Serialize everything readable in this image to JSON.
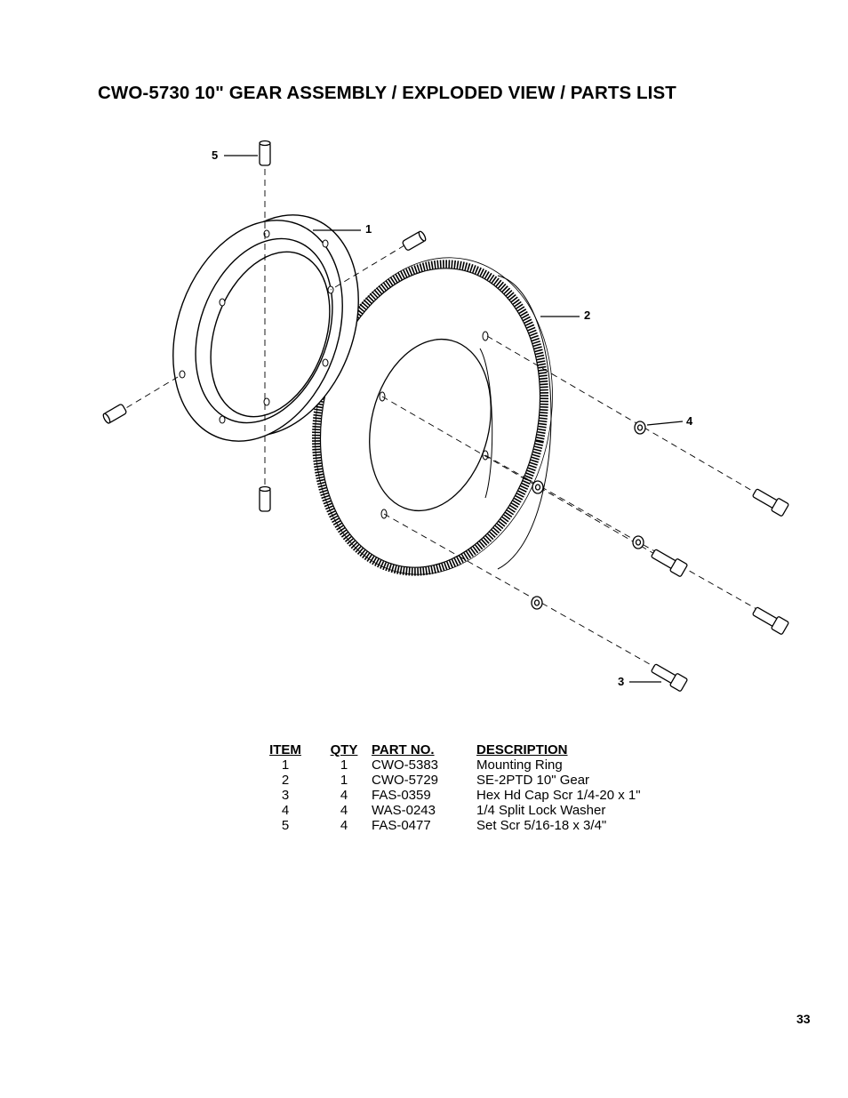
{
  "title": "CWO-5730 10\" GEAR ASSEMBLY / EXPLODED VIEW / PARTS LIST",
  "callouts": {
    "c1": "1",
    "c2": "2",
    "c3": "3",
    "c4": "4",
    "c5": "5"
  },
  "parts_table": {
    "headers": {
      "item": "ITEM",
      "qty": "QTY",
      "part_no": "PART NO.",
      "description": "DESCRIPTION"
    },
    "rows": [
      {
        "item": "1",
        "qty": "1",
        "part_no": "CWO-5383",
        "description": "Mounting Ring"
      },
      {
        "item": "2",
        "qty": "1",
        "part_no": "CWO-5729",
        "description": "SE-2PTD 10\" Gear"
      },
      {
        "item": "3",
        "qty": "4",
        "part_no": "FAS-0359",
        "description": "Hex Hd Cap Scr 1/4-20 x 1\""
      },
      {
        "item": "4",
        "qty": "4",
        "part_no": "WAS-0243",
        "description": "1/4 Split Lock Washer"
      },
      {
        "item": "5",
        "qty": "4",
        "part_no": "FAS-0477",
        "description": "Set Scr 5/16-18 x 3/4\""
      }
    ]
  },
  "page_number": "33"
}
